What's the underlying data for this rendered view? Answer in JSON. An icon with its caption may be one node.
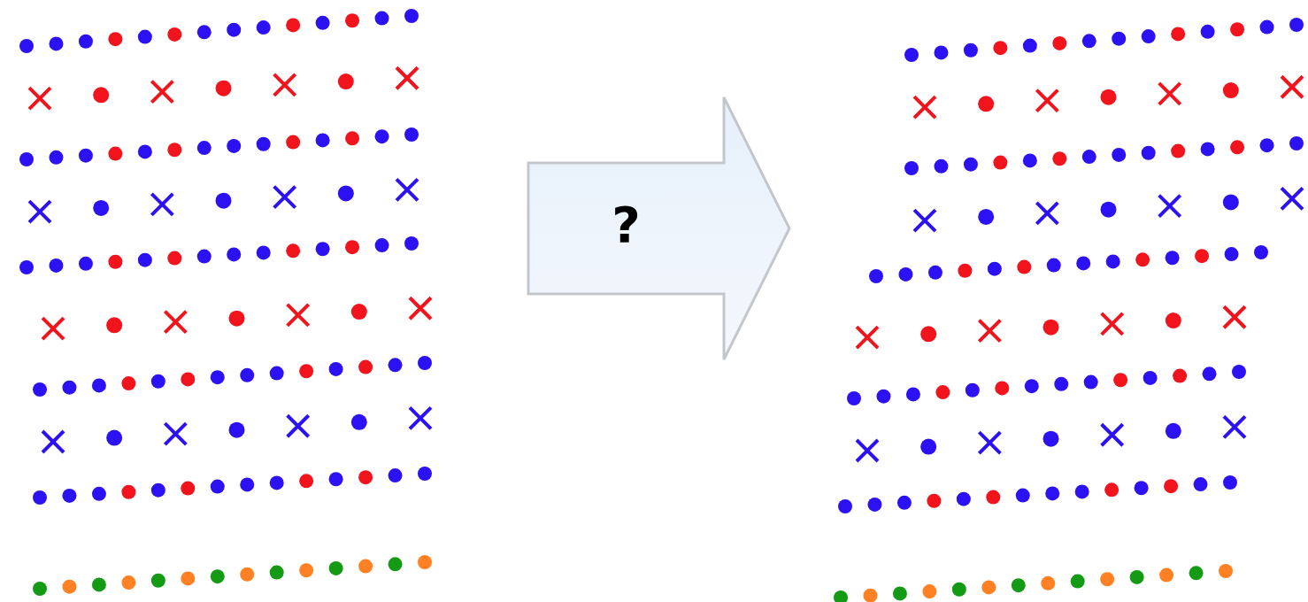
{
  "diagram": {
    "nodes": [
      {
        "text": [],
        "shape": "picture"
      },
      {
        "text": [],
        "shape": "picture"
      }
    ],
    "edges": [
      {
        "from": 0,
        "to": 1,
        "arrow": "to",
        "label": "?"
      }
    ]
  }
}
